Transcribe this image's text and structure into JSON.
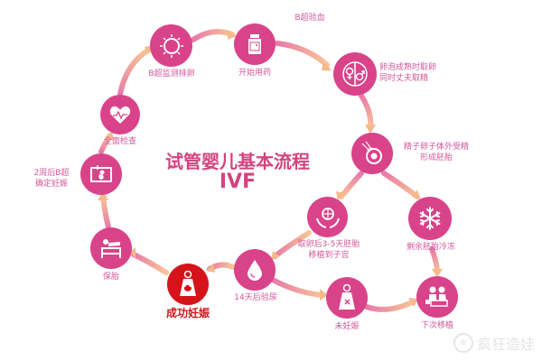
{
  "title": {
    "main": "试管婴儿基本流程",
    "sub": "IVF"
  },
  "colors": {
    "node": "#d9438a",
    "success": "#d51319",
    "title": "#d2447f",
    "label": "#d2589a",
    "arrow_start": "#f6c29a",
    "arrow_end": "#e87aa8"
  },
  "steps": [
    {
      "id": "full-checkup",
      "label": "全面检查",
      "icon": "heart-pulse-icon"
    },
    {
      "id": "ultrasound-ovulation",
      "label": "B超监测排卵",
      "icon": "ovary-sun-icon"
    },
    {
      "id": "start-medication",
      "label": "开始用药",
      "icon": "medicine-bottle-icon"
    },
    {
      "id": "ultrasound-blood-test",
      "label": "B超验血",
      "icon": "none"
    },
    {
      "id": "egg-retrieval",
      "label_line1": "卵泡成熟时取卵",
      "label_line2": "同时丈夫取精",
      "icon": "gender-symbols-icon"
    },
    {
      "id": "ivf-fertilization",
      "label_line1": "精子卵子体外受精",
      "label_line2": "形成胚胎",
      "icon": "sperm-egg-icon"
    },
    {
      "id": "embryo-freezing",
      "label": "剩余胚胎冷冻",
      "icon": "snowflake-icon"
    },
    {
      "id": "embryo-transfer",
      "label_line1": "取卵后3-5天胚胎",
      "label_line2": "移植到子宫",
      "icon": "hands-embryo-icon"
    },
    {
      "id": "urine-test",
      "label": "14天后验尿",
      "icon": "drop-icon"
    },
    {
      "id": "success-pregnancy",
      "label": "成功妊娠",
      "icon": "pregnant-woman-icon"
    },
    {
      "id": "pregnancy-care",
      "label": "保胎",
      "icon": "bed-rest-icon"
    },
    {
      "id": "ultrasound-confirm",
      "label_line1": "2周后B超",
      "label_line2": "确定妊娠",
      "icon": "ultrasound-fetus-icon"
    },
    {
      "id": "not-pregnant",
      "label": "未妊娠",
      "icon": "woman-cross-icon"
    },
    {
      "id": "next-transfer",
      "label": "下次移植",
      "icon": "doctor-patient-icon"
    }
  ],
  "watermark": {
    "icon": "wechat-icon",
    "text": "疯狂造娃"
  }
}
